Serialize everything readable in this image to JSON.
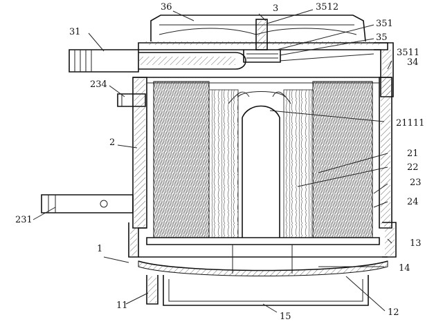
{
  "labels": {
    "l3": "3",
    "l36": "36",
    "l3512": "3512",
    "l351": "351",
    "l35": "35",
    "l3511": "3511",
    "l31": "31",
    "l34": "34",
    "l234": "234",
    "l21111": "21111",
    "l2": "2",
    "l21": "21",
    "l22": "22",
    "l23": "23",
    "l24": "24",
    "l231": "231",
    "l13": "13",
    "l1": "1",
    "l14": "14",
    "l11": "11",
    "l12": "12",
    "l15": "15"
  }
}
